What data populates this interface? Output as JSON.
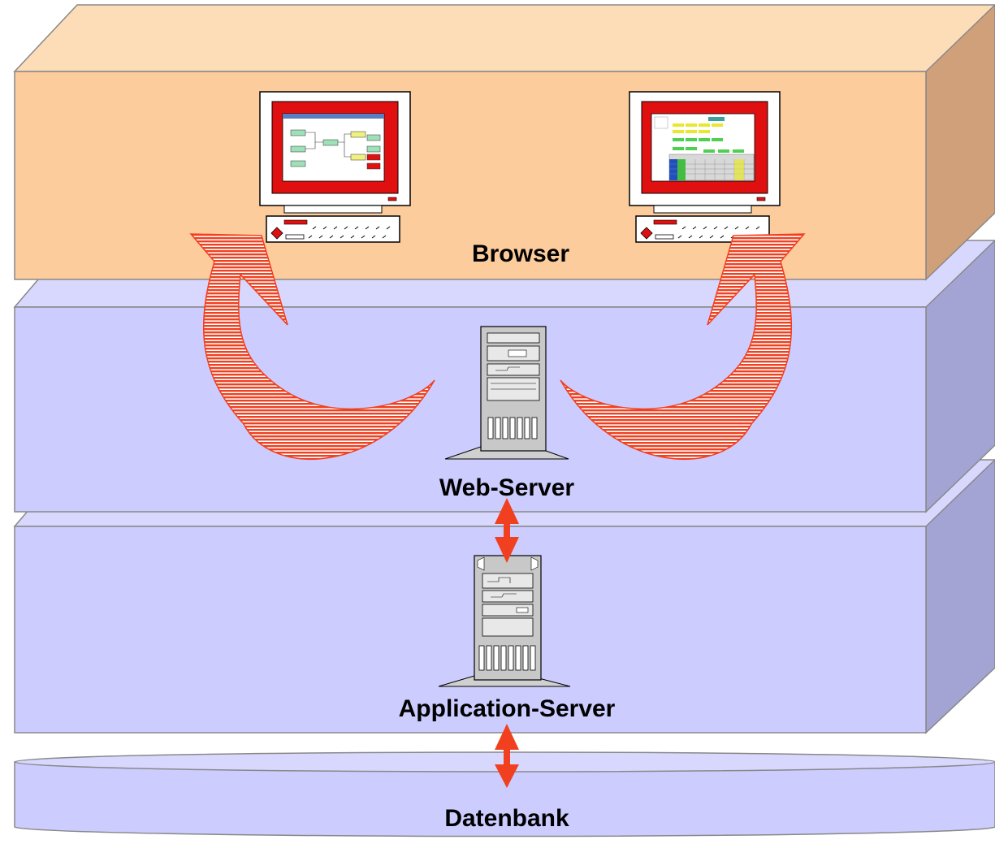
{
  "diagram": {
    "layers": {
      "browser": {
        "label": "Browser"
      },
      "web_server": {
        "label": "Web-Server"
      },
      "application_server": {
        "label": "Application-Server"
      },
      "database": {
        "label": "Datenbank"
      }
    },
    "colors": {
      "browser_front": "#fccc9c",
      "browser_top": "#fddcb8",
      "browser_side": "#cfa07a",
      "tier_front": "#ccccff",
      "tier_top": "#d8d8ff",
      "tier_side": "#a4a4d4",
      "arrow_red": "#f04020",
      "monitor_red": "#e01010",
      "server_gray": "#c8c8c8"
    }
  }
}
